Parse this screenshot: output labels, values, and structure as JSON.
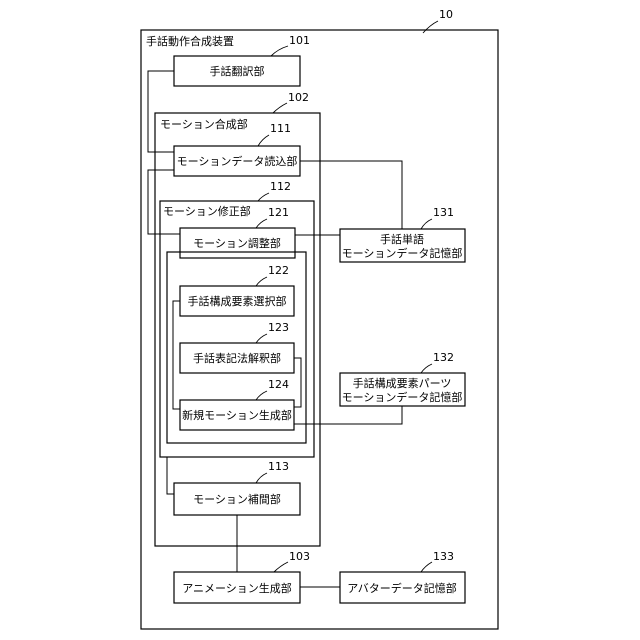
{
  "device": {
    "title": "手話動作合成装置",
    "ref": "10"
  },
  "motion_synthesis": {
    "title": "モーション合成部",
    "ref": "102"
  },
  "motion_correction": {
    "title": "モーション修正部",
    "ref": "112"
  },
  "boxes": {
    "sign_translation": {
      "label": "手話翻訳部",
      "ref": "101"
    },
    "motion_data_reader": {
      "label": "モーションデータ読込部",
      "ref": "111"
    },
    "motion_adjustment": {
      "label": "モーション調整部",
      "ref": "121"
    },
    "component_selection": {
      "label": "手話構成要素選択部",
      "ref": "122"
    },
    "notation_interpretation": {
      "label": "手話表記法解釈部",
      "ref": "123"
    },
    "new_motion_generation": {
      "label": "新規モーション生成部",
      "ref": "124"
    },
    "motion_interpolation": {
      "label": "モーション補間部",
      "ref": "113"
    },
    "animation_generation": {
      "label": "アニメーション生成部",
      "ref": "103"
    },
    "word_motion_storage": {
      "line1": "手話単語",
      "line2": "モーションデータ記憶部",
      "ref": "131"
    },
    "parts_motion_storage": {
      "line1": "手話構成要素パーツ",
      "line2": "モーションデータ記憶部",
      "ref": "132"
    },
    "avatar_storage": {
      "label": "アバターデータ記憶部",
      "ref": "133"
    }
  }
}
